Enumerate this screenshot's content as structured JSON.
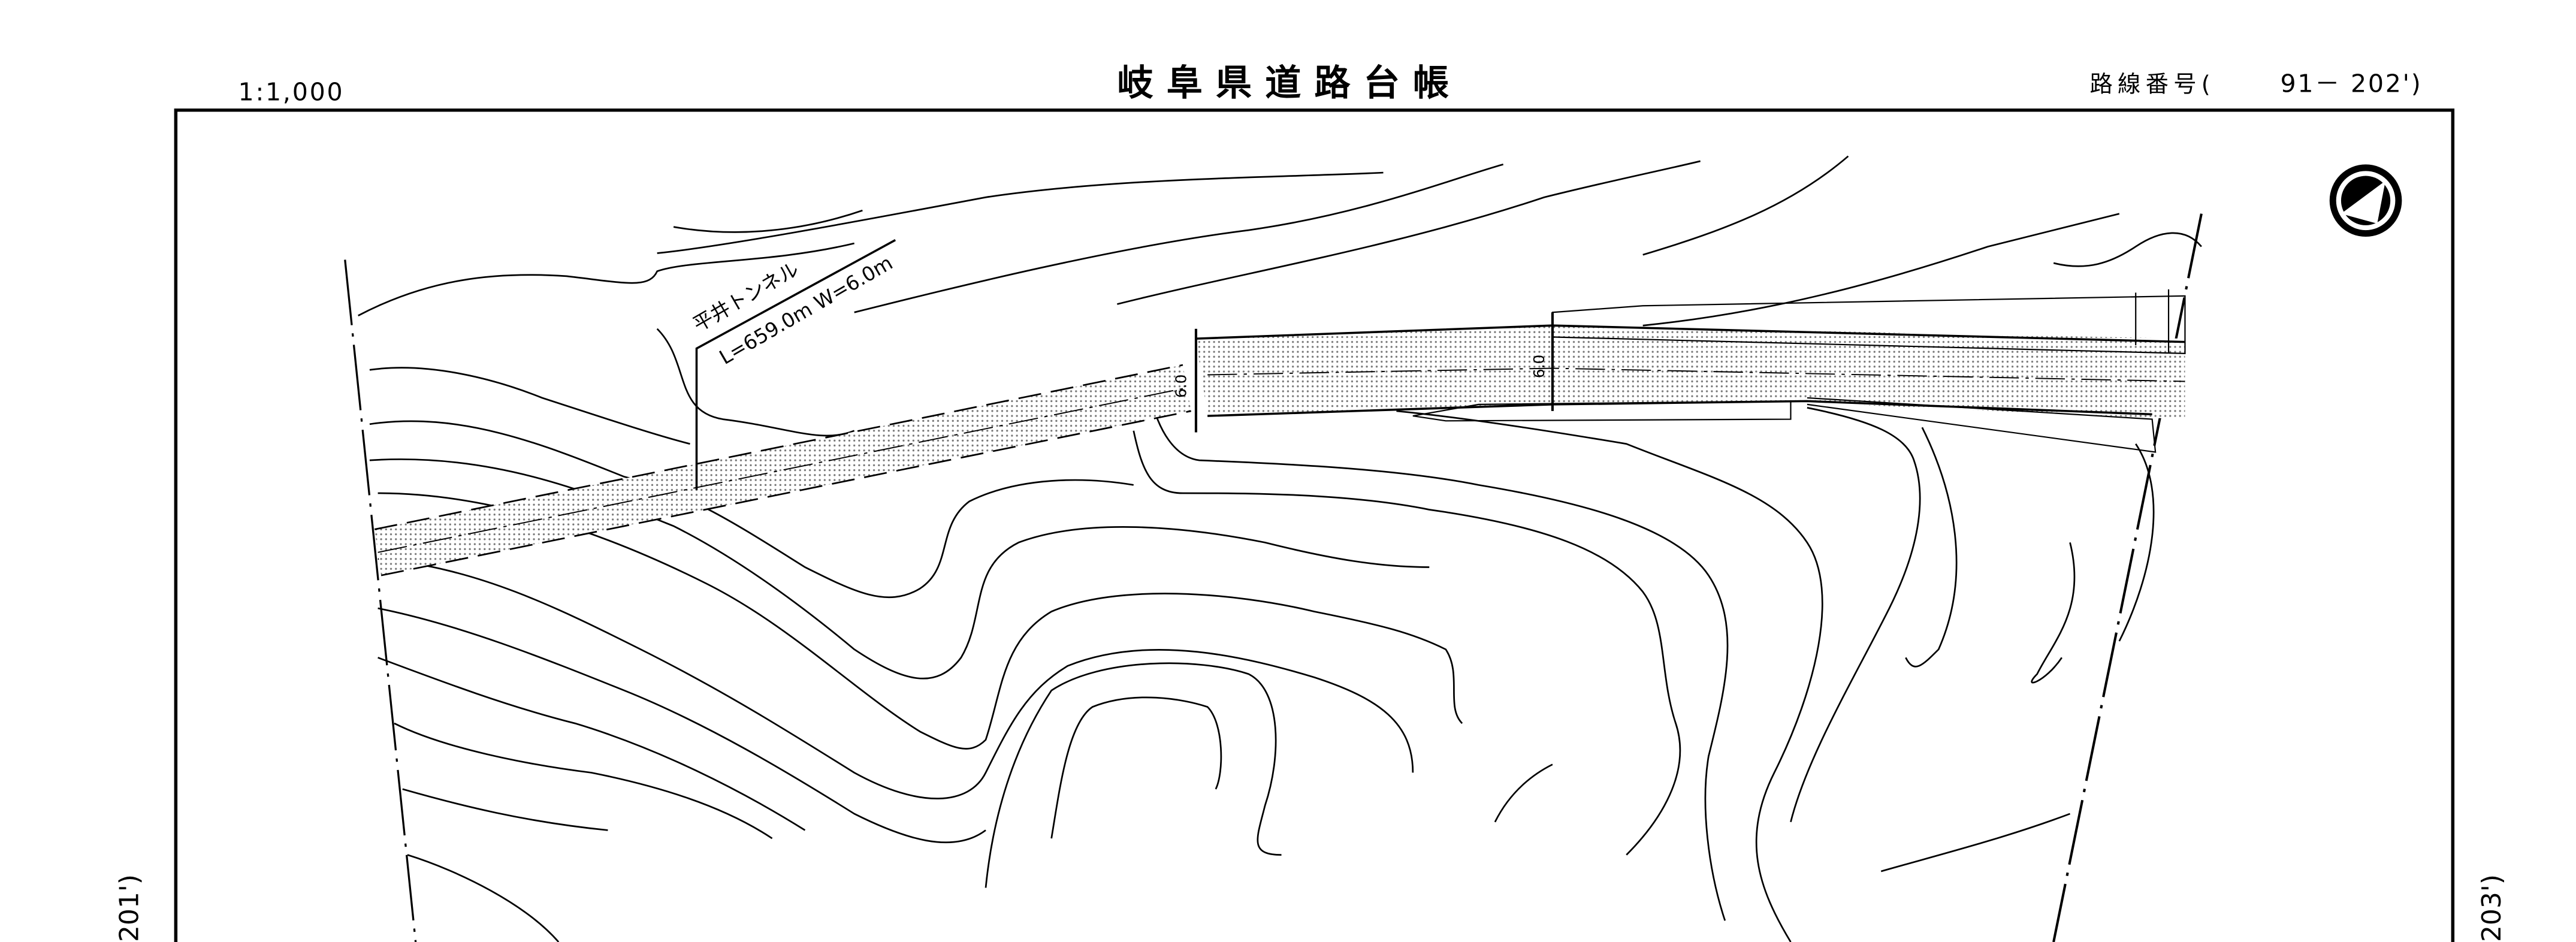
{
  "header": {
    "scale": "1:1,000",
    "title": "岐阜県道路台帳",
    "route_label": "路線番号(",
    "route_number": "91－ 202')"
  },
  "map": {
    "tunnel_name": "平井トンネル",
    "tunnel_dims": "L=659.0m W=6.0m",
    "width_label_1": "6.0",
    "width_label_2": "6.0",
    "adjacent_left": "201')",
    "adjacent_right": "203')",
    "road_fill_color": "#d8d8d8",
    "compass": "north-arrow-icon"
  }
}
